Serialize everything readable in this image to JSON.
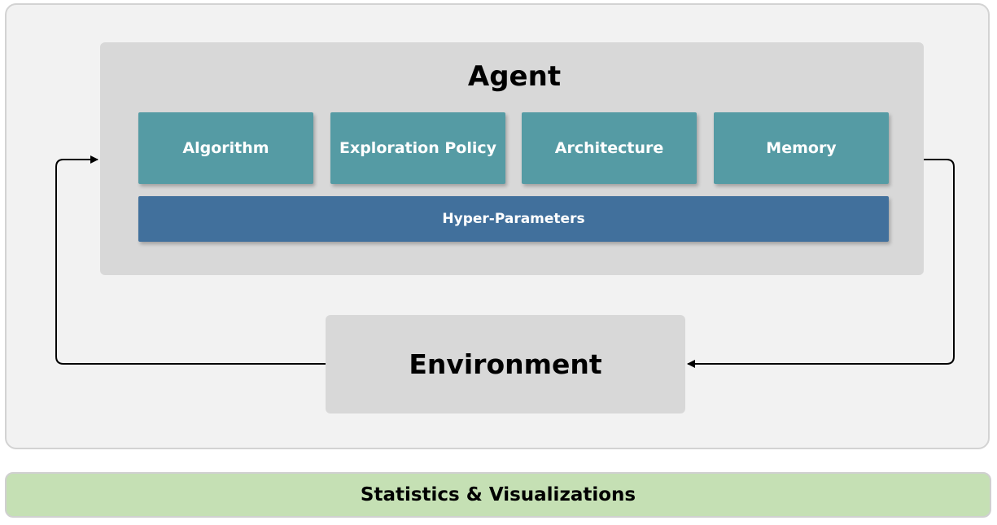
{
  "agent": {
    "title": "Agent",
    "components": [
      {
        "label": "Algorithm"
      },
      {
        "label": "Exploration Policy"
      },
      {
        "label": "Architecture"
      },
      {
        "label": "Memory"
      }
    ],
    "hyper_parameters": "Hyper-Parameters"
  },
  "environment": {
    "label": "Environment"
  },
  "footer": {
    "label": "Statistics & Visualizations"
  },
  "colors": {
    "component_fill": "#559ba4",
    "hyper_fill": "#41709c",
    "panel_fill": "#d8d8d8",
    "footer_fill": "#c5e0b4"
  }
}
